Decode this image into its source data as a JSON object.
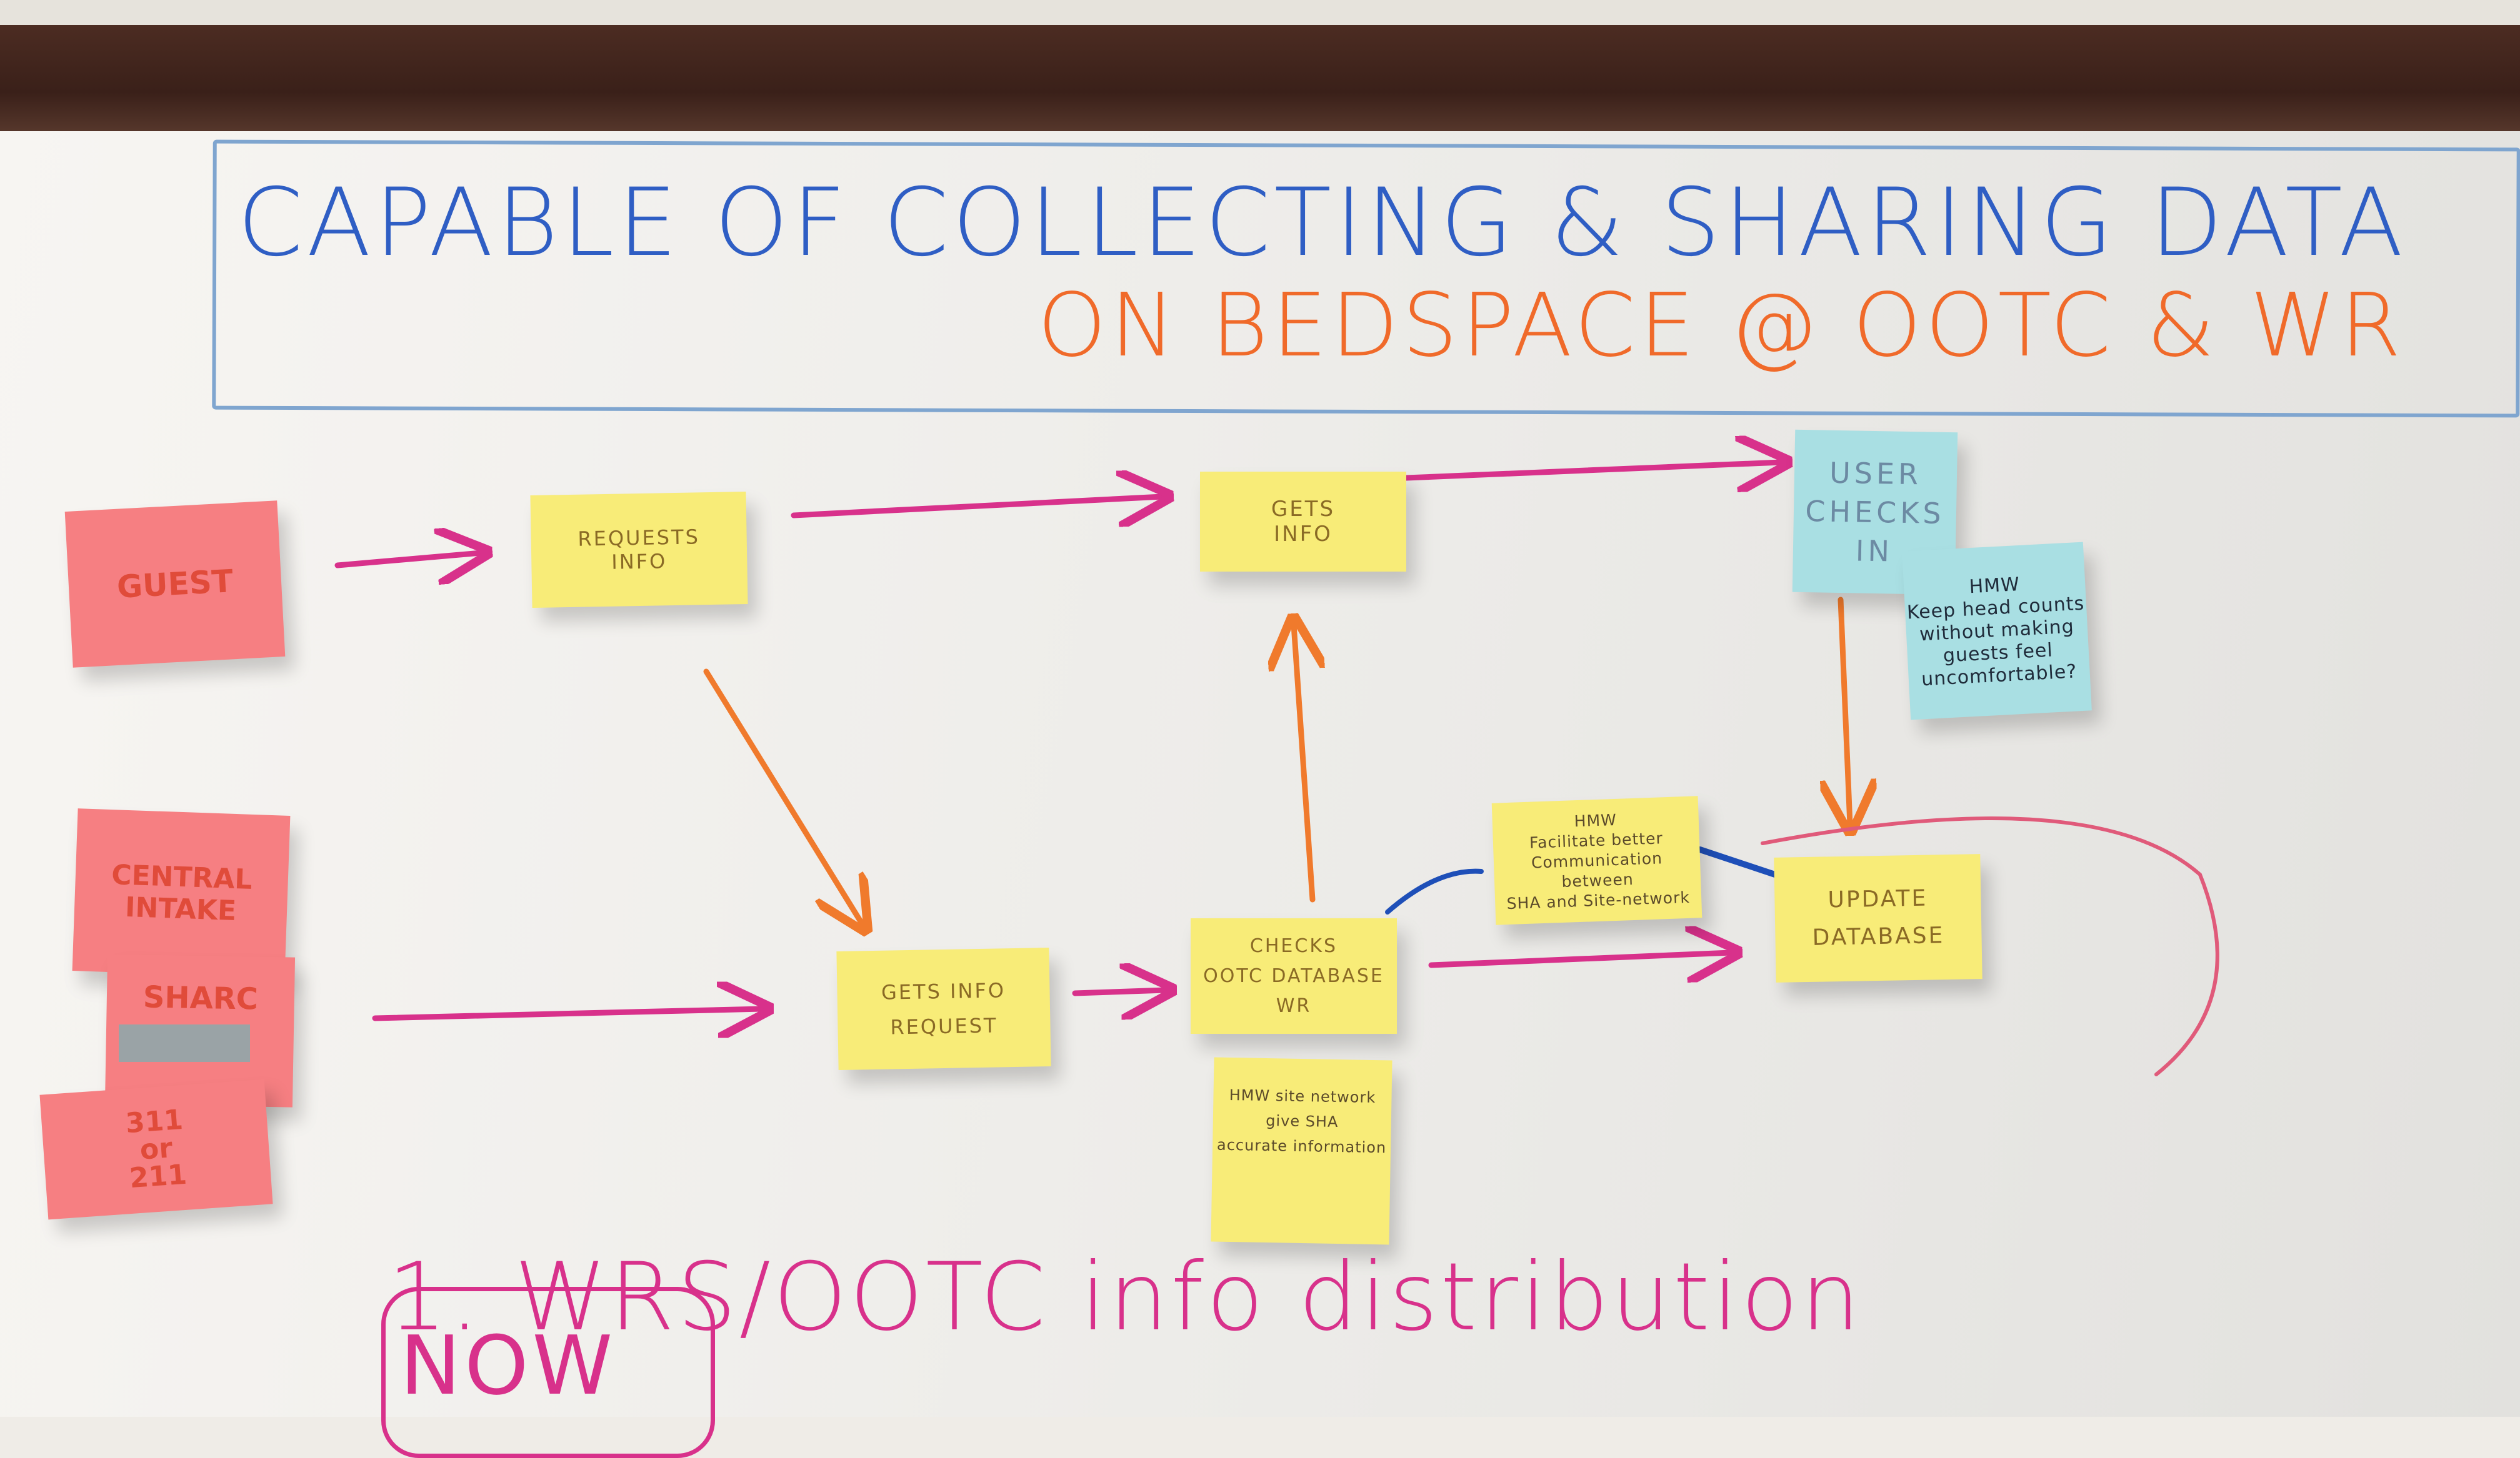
{
  "title": {
    "line1": "CAPABLE OF COLLECTING & SHARING DATA",
    "line2": "ON BEDSPACE @ OOTC & WR"
  },
  "notes": {
    "guest": "GUEST",
    "central_intake": "CENTRAL\nINTAKE",
    "sharc": "SHARC",
    "n311": "311\nor\n211",
    "requests_info": "REQUESTS\nINFO",
    "gets_info_top": "GETS\nINFO",
    "user_checks_in": "USER\nCHECKS\nIN",
    "hmw_headcounts": "HMW\nKeep head counts\nwithout making\nguests feel\nuncomfortable?",
    "hmw_communication": "HMW\nFacilitate better\nCommunication between\nSHA and Site-network",
    "update_database": "UPDATE\nDATABASE",
    "gets_info_request": "GETS INFO\nREQUEST",
    "checks_database": "CHECKS\nOOTC DATABASE\nWR",
    "hmw_accurate": "HMW site network\ngive SHA\naccurate information"
  },
  "bottom": {
    "now_label": "NOW",
    "item1": "1. WRS/OOTC info distribution"
  },
  "colors": {
    "title_blue": "#2f5ec4",
    "title_orange": "#f06a2a",
    "magenta": "#d8318b",
    "arrow_orange": "#f07a2c"
  }
}
